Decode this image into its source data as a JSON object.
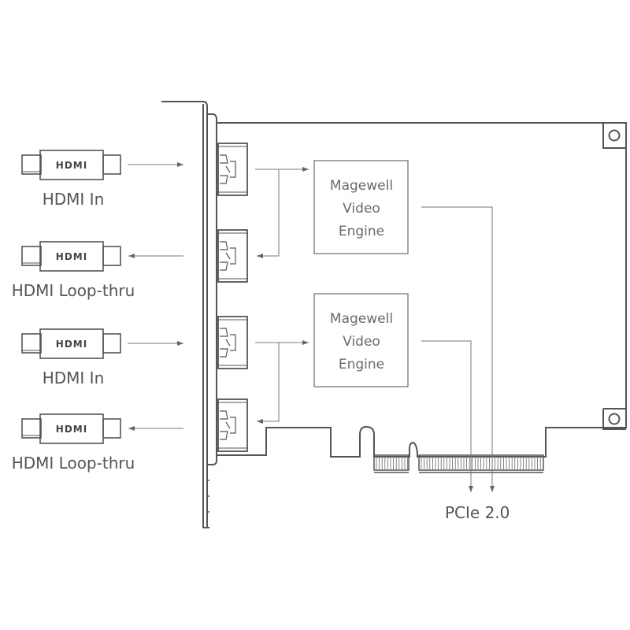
{
  "diagram": {
    "connectors": [
      {
        "logo": "HDMI",
        "label": "HDMI In",
        "direction": "in"
      },
      {
        "logo": "HDMI",
        "label": "HDMI Loop-thru",
        "direction": "out"
      },
      {
        "logo": "HDMI",
        "label": "HDMI In",
        "direction": "in"
      },
      {
        "logo": "HDMI",
        "label": "HDMI Loop-thru",
        "direction": "out"
      }
    ],
    "engines": [
      {
        "line1": "Magewell",
        "line2": "Video",
        "line3": "Engine"
      },
      {
        "line1": "Magewell",
        "line2": "Video",
        "line3": "Engine"
      }
    ],
    "bus_label": "PCIe 2.0",
    "colors": {
      "stroke": "#555555",
      "thin": "#777777",
      "text": "#555555"
    }
  }
}
